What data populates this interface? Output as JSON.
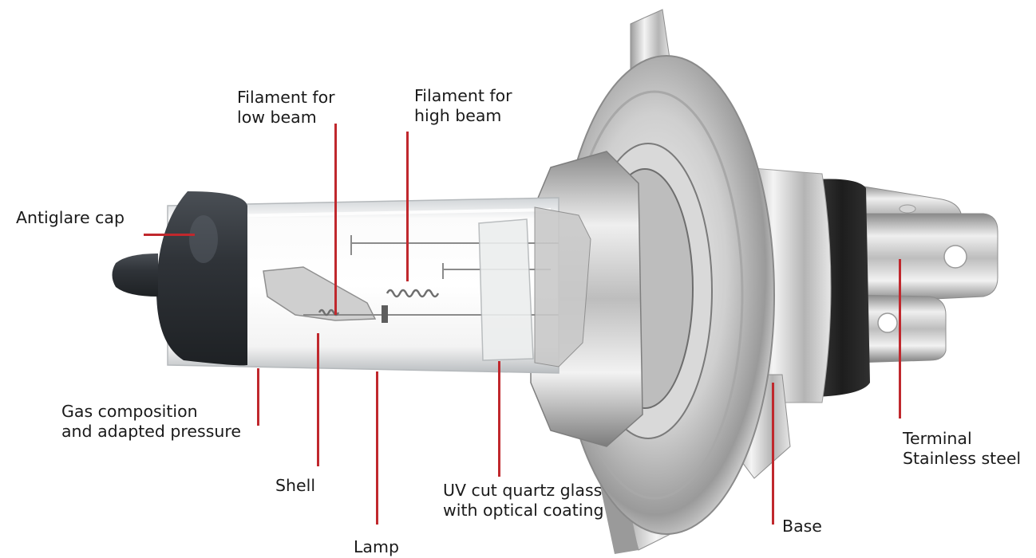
{
  "labels": {
    "filament_low_beam": [
      "Filament for",
      "low beam"
    ],
    "filament_high_beam": [
      "Filament for",
      "high beam"
    ],
    "antiglare_cap": [
      "Antiglare cap"
    ],
    "gas_composition": [
      "Gas composition",
      "and adapted pressure"
    ],
    "shell": [
      "Shell"
    ],
    "lamp": [
      "Lamp"
    ],
    "uv_glass": [
      "UV cut quartz glass",
      "with optical coating"
    ],
    "base": [
      "Base"
    ],
    "terminal": [
      "Terminal",
      "Stainless steel"
    ]
  },
  "colors": {
    "leader": "#c0282d",
    "text": "#1a1a1a",
    "cap": "#2f3338",
    "metal_light": "#e4e4e4",
    "metal_dark": "#7a7a7a",
    "ring": "#262626"
  }
}
